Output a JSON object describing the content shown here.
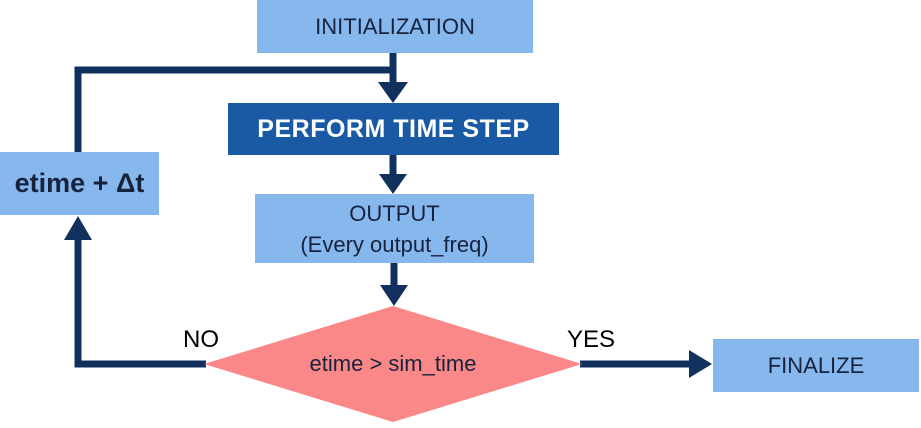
{
  "nodes": {
    "initialization": {
      "label": "INITIALIZATION"
    },
    "perform_time_step": {
      "label": "PERFORM TIME STEP"
    },
    "output": {
      "label": "OUTPUT",
      "sublabel": "(Every output_freq)"
    },
    "etime_increment": {
      "label": "etime + Δt"
    },
    "decision": {
      "label": "etime > sim_time"
    },
    "finalize": {
      "label": "FINALIZE"
    }
  },
  "edge_labels": {
    "no": "NO",
    "yes": "YES"
  },
  "colors": {
    "light_blue": "#86b8ee",
    "dark_blue": "#1a5aa5",
    "navy": "#12305e",
    "pink": "#fb8888",
    "text_dark": "#17223d",
    "label_black": "#000000"
  }
}
